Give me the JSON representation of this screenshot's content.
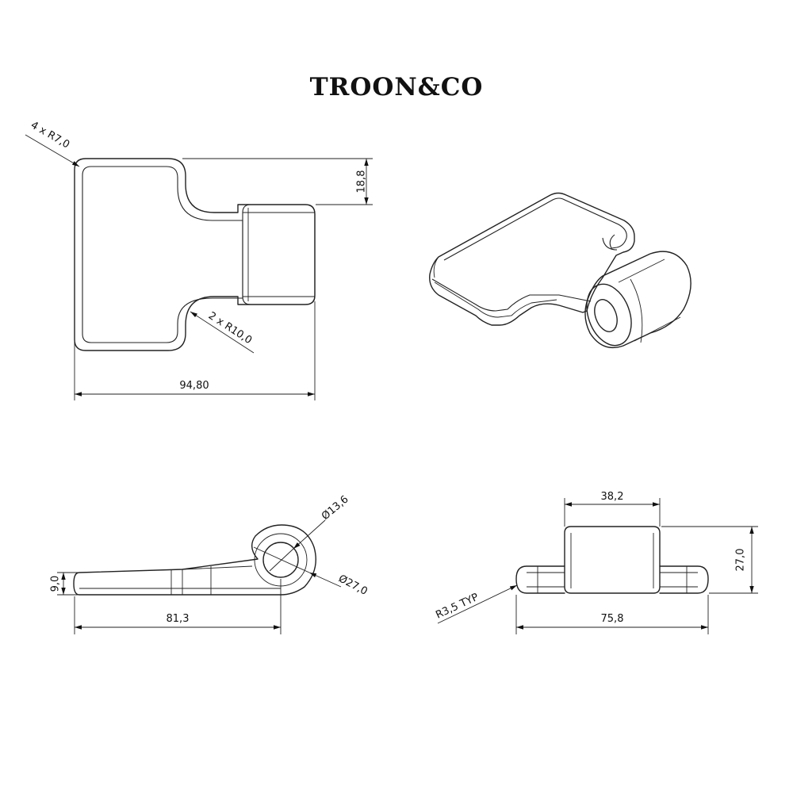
{
  "brand": "TROON&CO",
  "dimensions": {
    "corner_radius": "4 x R7,0",
    "flange_height": "18,8",
    "inner_radius": "2 x R10,0",
    "overall_width": "94,80",
    "outer_diameter": "Ø27,0",
    "bore_diameter": "Ø13,6",
    "thickness": "9,0",
    "side_length": "81,3",
    "knuckle_width": "38,2",
    "knuckle_height": "27,0",
    "edge_radius": "R3,5 TYP",
    "total_width": "75,8"
  }
}
